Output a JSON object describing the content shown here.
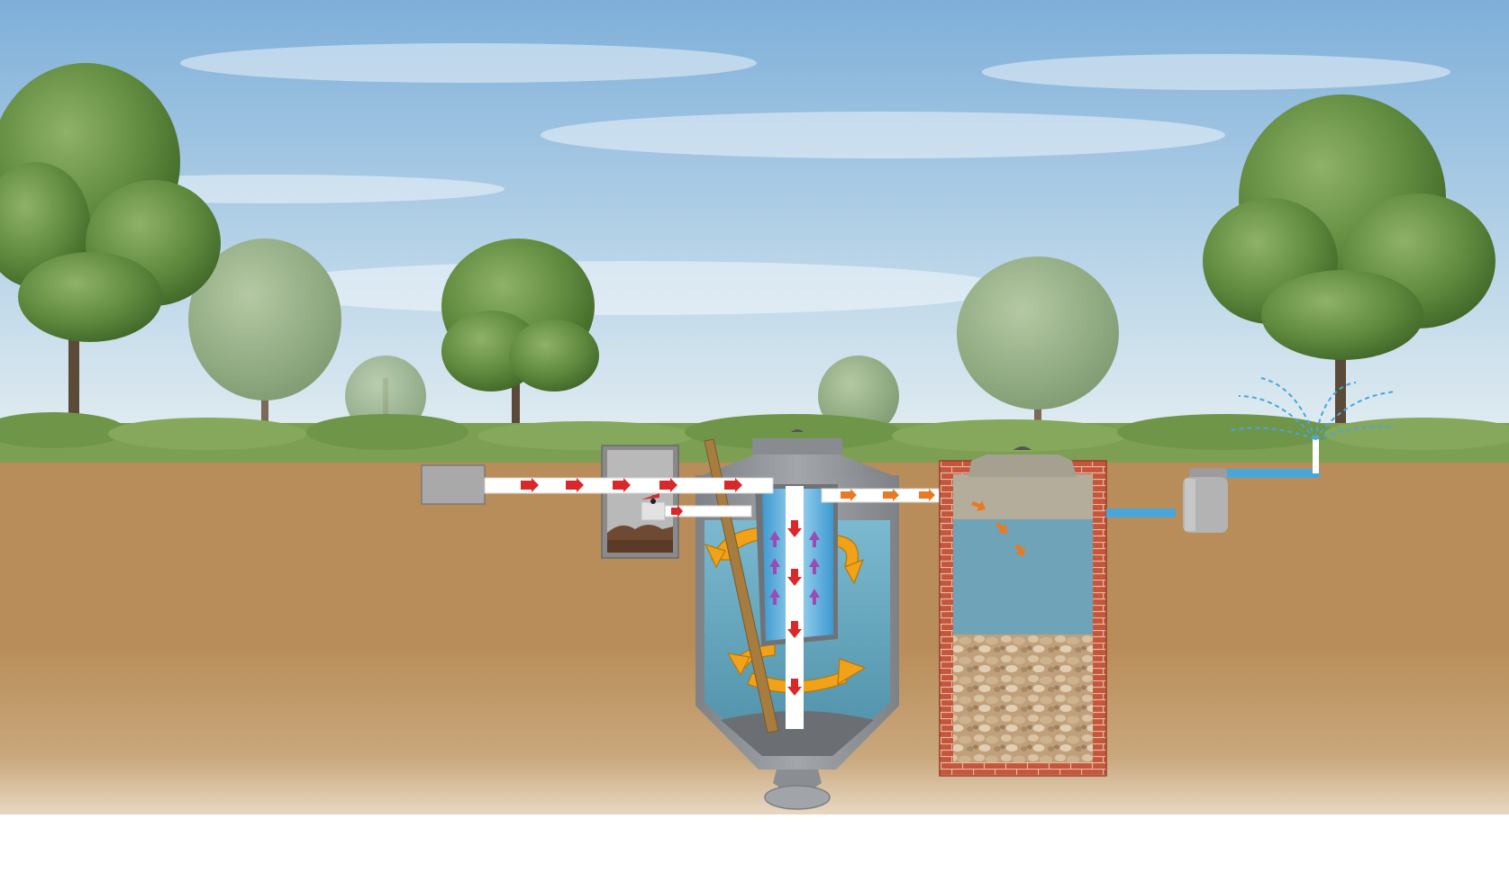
{
  "scene": {
    "type": "septic-system-cross-section",
    "text_labels": []
  },
  "colors": {
    "sky_top": "#86b4dc",
    "sky_bottom": "#e4eef3",
    "soil": "#b98d59",
    "soil_fade": "#ffffff",
    "pipe": "#ffffff",
    "concrete": "#a9a9a9",
    "tank_body": "#8b8e92",
    "water": "#5fa9c6",
    "brick": "#c4563c",
    "gravel": "#c9a57a",
    "flow_red": "#d8282a",
    "flow_orange": "#e87a24",
    "flow_purple": "#9b4bb8",
    "swirl": "#f0a318",
    "irrigation_blue": "#49a6d8",
    "tree_green": "#5f8a3e"
  },
  "components": [
    {
      "name": "inlet-box",
      "kind": "concrete-inlet"
    },
    {
      "name": "grease-trap",
      "kind": "pre-treatment-chamber"
    },
    {
      "name": "settling-tank",
      "kind": "conical-tank-with-swirl"
    },
    {
      "name": "filter-pit",
      "kind": "brick-pit-with-gravel"
    },
    {
      "name": "pump-tank",
      "kind": "grey-tank"
    },
    {
      "name": "sprinkler",
      "kind": "irrigation-sprinkler"
    }
  ],
  "flow": {
    "inlet_arrows": "red",
    "inner_downflow_arrows": "red",
    "inner_upflow_arrows": "purple",
    "outlet_arrows": "orange",
    "irrigation_spray": "blue-dashed"
  }
}
